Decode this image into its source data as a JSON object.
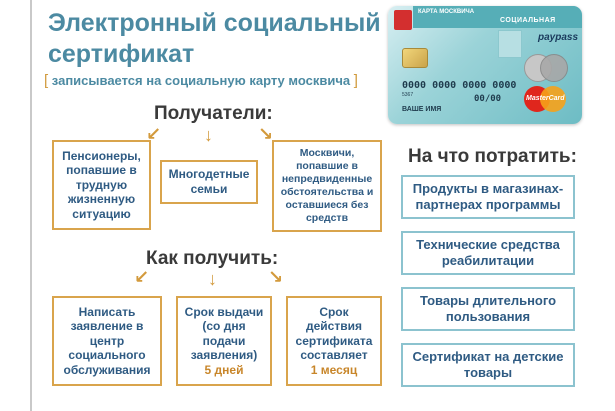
{
  "title_line1": "Электронный социальный",
  "title_line2": "сертификат",
  "subtitle": "записывается на социальную карту москвича",
  "recipients": {
    "heading": "Получатели:",
    "items": [
      [
        "Пенсионеры,",
        "попавшие в",
        "трудную",
        "жизненную",
        "ситуацию"
      ],
      [
        "Многодетные",
        "семьи"
      ],
      [
        "Москвичи,",
        "попавшие в",
        "непредвиденные",
        "обстоятельства и",
        "оставшиеся без",
        "средств"
      ]
    ]
  },
  "how_to_get": {
    "heading": "Как получить:",
    "items": [
      {
        "lines": [
          "Написать",
          "заявление в",
          "центр",
          "социального",
          "обслуживания"
        ],
        "accent": ""
      },
      {
        "lines": [
          "Срок выдачи",
          "(со дня",
          "подачи",
          "заявления)"
        ],
        "accent": "5 дней"
      },
      {
        "lines": [
          "Срок",
          "действия",
          "сертификата",
          "составляет"
        ],
        "accent": "1 месяц"
      }
    ]
  },
  "spend": {
    "heading": "На что потратить:",
    "items": [
      [
        "Продукты в магазинах-",
        "партнерах программы"
      ],
      [
        "Технические средства",
        "реабилитации"
      ],
      [
        "Товары длительного",
        "пользования"
      ],
      [
        "Сертификат на детские",
        "товары"
      ]
    ]
  },
  "card": {
    "brand": "КАРТА МОСКВИЧА",
    "type": "СОЦИАЛЬНАЯ",
    "paypass": "paypass",
    "number": "0000 0000 0000 0000",
    "small_code": "5367",
    "expiry": "00/00",
    "holder": "ВАШЕ ИМЯ",
    "mastercard": "MasterCard"
  },
  "colors": {
    "title": "#4c8aa2",
    "box_border_orange": "#d9a44c",
    "box_border_teal": "#8cc3cf",
    "box_text": "#2f5b83",
    "accent": "#c8862a"
  }
}
